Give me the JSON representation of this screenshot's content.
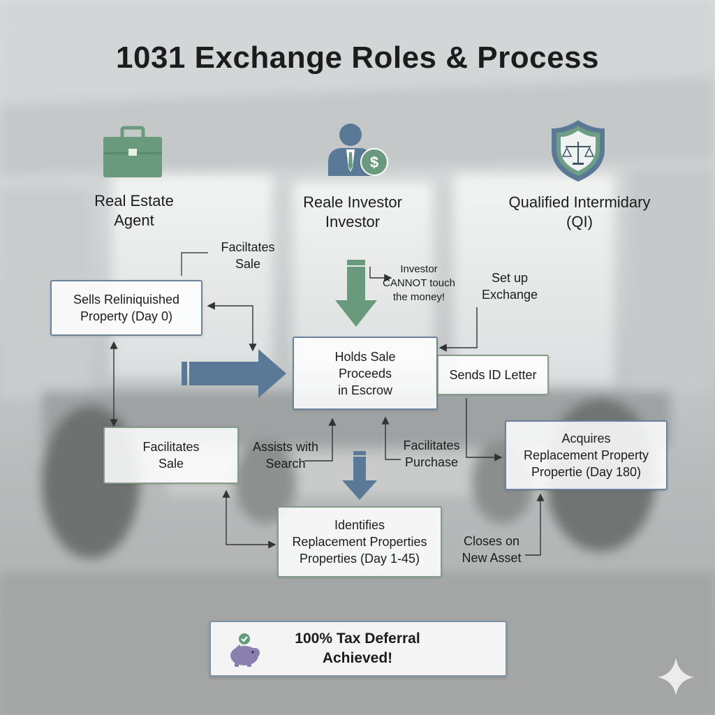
{
  "title": "1031 Exchange Roles & Process",
  "colors": {
    "slate_blue": "#597996",
    "sage_green": "#6a9a7d",
    "shield_green": "#6f9e87",
    "box_border_blue": "#6b849c",
    "box_border_green": "#839d88"
  },
  "roles": [
    {
      "icon": "briefcase-icon",
      "lines": [
        "Real Estate",
        "Agent"
      ]
    },
    {
      "icon": "investor-dollar-icon",
      "lines": [
        "Reale Investor",
        "Investor"
      ]
    },
    {
      "icon": "shield-scales-icon",
      "lines": [
        "Qualified Intermidary",
        "(QI)"
      ]
    }
  ],
  "boxes": {
    "sells": [
      "Sells Reliniquished",
      "Property (Day 0)"
    ],
    "facilitates": [
      "Facilitates",
      "Sale"
    ],
    "holds": [
      "Holds Sale",
      "Proceeds",
      "in Escrow"
    ],
    "sends": [
      "Sends ID Letter"
    ],
    "acquires": [
      "Acquires",
      "Replacement Property",
      "Propertie (Day 180)"
    ],
    "identifies": [
      "Identifies",
      "Replacement Properties",
      "Properties (Day 1-45)"
    ]
  },
  "labels": {
    "facilitates_sale_top": [
      "Faciltates",
      "Sale"
    ],
    "investor_note": [
      "Investor",
      "CANNOT touch",
      "the money!"
    ],
    "set_up": [
      "Set up",
      "Exchange"
    ],
    "assists": [
      "Assists with",
      "Search"
    ],
    "facilitates_purchase": [
      "Facilitates",
      "Purchase"
    ],
    "closes": [
      "Closes on",
      "New Asset"
    ]
  },
  "deferral": {
    "icon": "piggy-bank-check-icon",
    "lines": [
      "100% Tax Deferral",
      "Achieved!"
    ]
  },
  "corner_icon": "sparkle-icon"
}
